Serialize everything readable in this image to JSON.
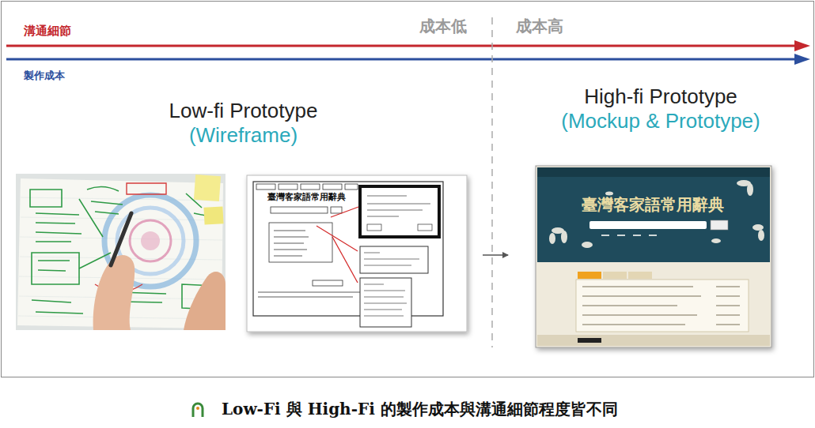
{
  "diagram": {
    "caption": "Low-Fi 與 High-Fi 的製作成本與溝通細節程度皆不同",
    "nodes": [
      {
        "text": [
          "Low-fi Prototype",
          "(Wireframe)"
        ]
      },
      {
        "text": [
          "High-fi Prototype",
          "(Mockup & Prototype)"
        ]
      }
    ],
    "edges": [
      {
        "from": 0,
        "to": 1,
        "arrow": "to"
      }
    ],
    "labels": [
      "溝通細節",
      "製作成本",
      "成本低",
      "成本高",
      "臺灣客家語常用辭典",
      "臺灣客家語常用辭典"
    ]
  }
}
